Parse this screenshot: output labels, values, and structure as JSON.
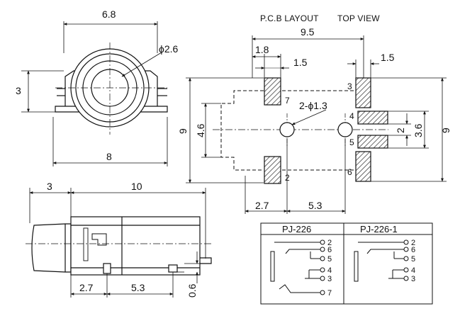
{
  "header": {
    "layout": "P.C.B LAYOUT",
    "view": "TOP VIEW"
  },
  "front_view": {
    "dim_width": "6.8",
    "dim_diameter": "ϕ2.6",
    "dim_height": "3",
    "dim_base": "8"
  },
  "side_view": {
    "dim_front": "3",
    "dim_body": "10",
    "dim_p1": "2.7",
    "dim_p2": "5.3",
    "dim_thick": "0.6"
  },
  "pcb": {
    "dim_total": "9.5",
    "dim_pad_w": "1.8",
    "dim_pad_gap": "1.5",
    "dim_pad_w_right": "1.5",
    "dim_height_left": "4.6",
    "dim_height_outer": "9",
    "dim_height_right": "9",
    "dim_hole_gap": "2",
    "dim_pad_span": "3.6",
    "holes_label": "2-ϕ1.3",
    "dim_x1": "2.7",
    "dim_x2": "5.3",
    "pins": {
      "p7": "7",
      "p2": "2",
      "p3": "3",
      "p4": "4",
      "p5": "5",
      "p6": "6"
    }
  },
  "schematic": {
    "model_a": "PJ-226",
    "model_b": "PJ-226-1",
    "pins_a": [
      "2",
      "6",
      "5",
      "4",
      "3",
      "7"
    ],
    "pins_b": [
      "2",
      "6",
      "5",
      "4",
      "3"
    ]
  }
}
